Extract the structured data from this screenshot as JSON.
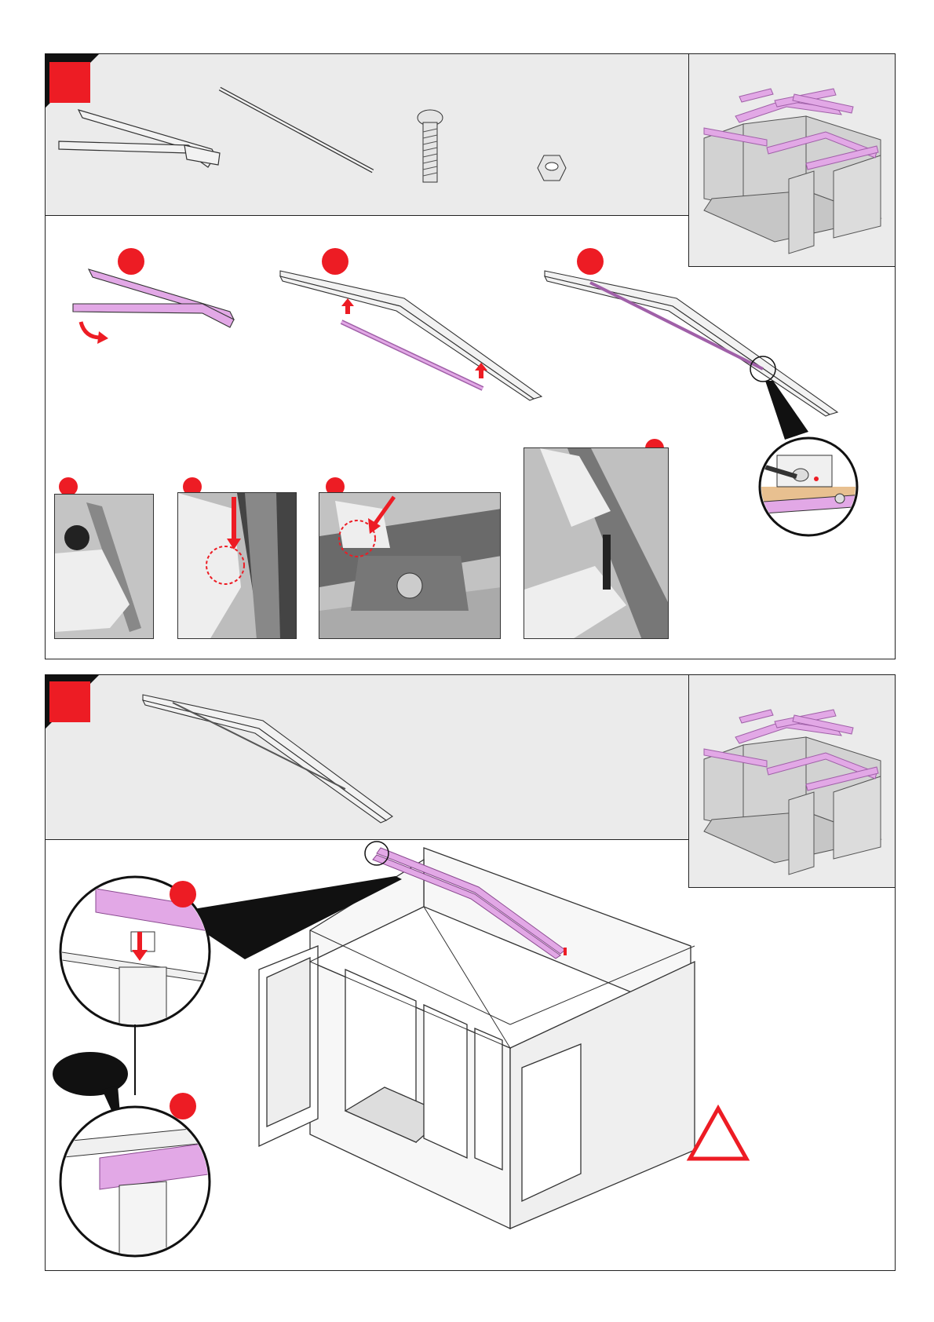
{
  "document": {
    "type": "assembly-instructions",
    "text_content": []
  },
  "colors": {
    "step_marker": "#ed1c24",
    "highlight_part": "#e2a8e6",
    "panel_background": "#ebebeb",
    "warning": "#ed1c24",
    "callout": "#111111"
  },
  "step_a": {
    "parts": [
      "roof-beam-halves",
      "metal-rod",
      "bolt",
      "hex-nut"
    ],
    "substeps": 3,
    "photos": 4
  },
  "step_b": {
    "parts": [
      "assembled-roof-beam"
    ],
    "details": 2,
    "has_warning_icon": true
  }
}
